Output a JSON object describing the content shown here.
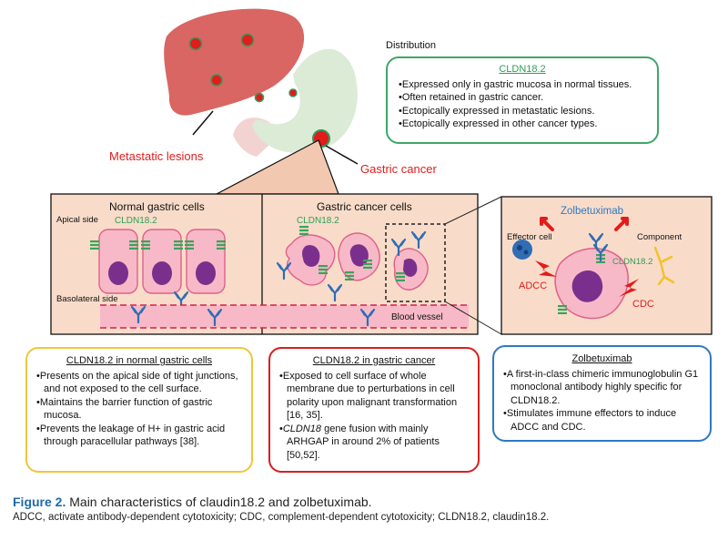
{
  "distribution": {
    "title": "Distribution",
    "heading": "CLDN18.2",
    "items": [
      "Expressed only in gastric mucosa in normal tissues.",
      "Often retained in gastric cancer.",
      "Ectopically expressed in metastatic lesions.",
      "Ectopically expressed in other cancer types."
    ]
  },
  "organs": {
    "metastatic_label": "Metastatic lesions",
    "gastric_label": "Gastric cancer"
  },
  "normal_panel": {
    "title": "Normal gastric cells",
    "apical": "Apical side",
    "basolateral": "Basolateral side",
    "cldn": "CLDN18.2"
  },
  "cancer_panel": {
    "title": "Gastric cancer cells",
    "cldn": "CLDN18.2",
    "vessel": "Blood vessel"
  },
  "mechanism_panel": {
    "drug": "Zolbetuximab",
    "effector": "Effector cell",
    "component": "Component",
    "cldn": "CLDN18.2",
    "adcc": "ADCC",
    "cdc": "CDC"
  },
  "box_normal": {
    "heading": "CLDN18.2 in normal gastric cells",
    "items": [
      "Presents on the apical side of tight junctions, and not exposed to the cell surface.",
      "Maintains the barrier function of gastric mucosa.",
      "Prevents the leakage of H+ in gastric acid through paracellular pathways [38]."
    ]
  },
  "box_cancer": {
    "heading": "CLDN18.2 in gastric cancer",
    "item1": "Exposed to cell surface of whole membrane due to perturbations in cell polarity upon malignant transformation [16, 35].",
    "item2_gene": "CLDN18",
    "item2_rest": " gene fusion with mainly ARHGAP in around 2% of patients [50,52]."
  },
  "box_zolb": {
    "heading": "Zolbetuximab",
    "items": [
      "A first-in-class chimeric immunoglobulin G1 monoclonal antibody highly specific for CLDN18.2.",
      "Stimulates immune effectors to induce ADCC and CDC."
    ]
  },
  "caption": {
    "figure_num": "Figure 2.",
    "figure_text": "Main characteristics of claudin18.2 and zolbetuximab.",
    "abbreviations": "ADCC, activate antibody-dependent cytotoxicity; CDC, complement-dependent cytotoxicity; CLDN18.2, claudin18.2."
  },
  "colors": {
    "panel_fill": "#f8dcc9",
    "cell_fill": "#f7b9c7",
    "nucleus": "#7b2f8c",
    "claudin": "#3aa35a",
    "antibody": "#2f6db5",
    "lesion": "#e41b1b",
    "liver": "#d96662",
    "stomach": "#dcebd6"
  }
}
